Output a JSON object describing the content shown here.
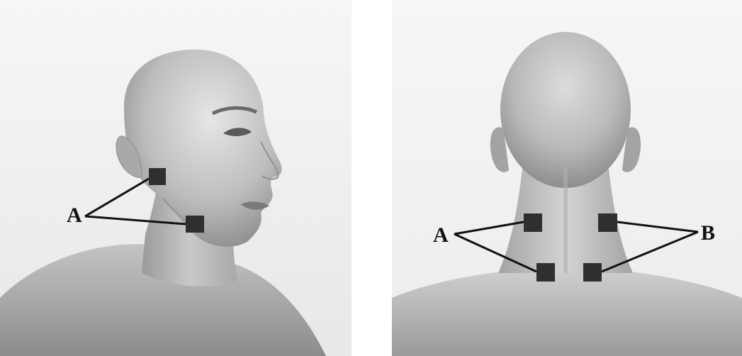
{
  "colors": {
    "background": "#f2f2f2",
    "skin_light": "#dedede",
    "skin_mid": "#b3b3b3",
    "skin_dark": "#7b7b7b",
    "electrode": "#2f2f2f",
    "leader_line": "#111111"
  },
  "side_view": {
    "labels": {
      "a": "A"
    },
    "electrodes": [
      "upper-jaw-electrode",
      "lower-jaw-electrode"
    ]
  },
  "back_view": {
    "labels": {
      "a": "A",
      "b": "B"
    },
    "electrodes": [
      "a-upper-electrode",
      "a-lower-electrode",
      "b-upper-electrode",
      "b-lower-electrode"
    ]
  }
}
